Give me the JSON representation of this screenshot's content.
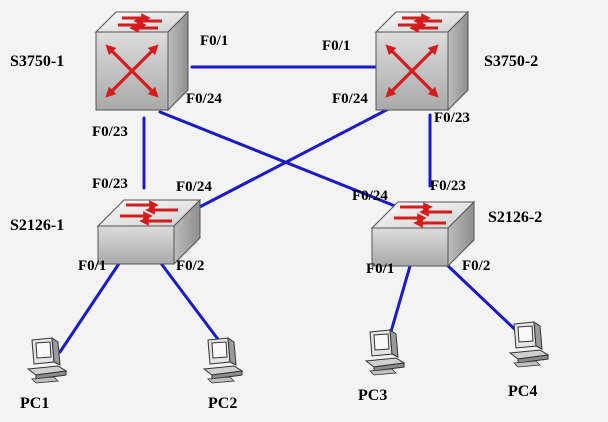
{
  "devices": {
    "core1": "S3750-1",
    "core2": "S3750-2",
    "access1": "S2126-1",
    "access2": "S2126-2",
    "pc1": "PC1",
    "pc2": "PC2",
    "pc3": "PC3",
    "pc4": "PC4"
  },
  "ports": {
    "core1_f01": "F0/1",
    "core2_f01": "F0/1",
    "core1_f024": "F0/24",
    "core2_f024": "F0/24",
    "core1_f023": "F0/23",
    "core2_f023": "F0/23",
    "access1_f023": "F0/23",
    "access1_f024": "F0/24",
    "access2_f024": "F0/24",
    "access2_f023": "F0/23",
    "access1_f01": "F0/1",
    "access1_f02": "F0/2",
    "access2_f01": "F0/1",
    "access2_f02": "F0/2"
  },
  "colors": {
    "link": "#1a1ac8",
    "switch_body": "#d8d8d8",
    "arrow": "#d41c1c"
  }
}
